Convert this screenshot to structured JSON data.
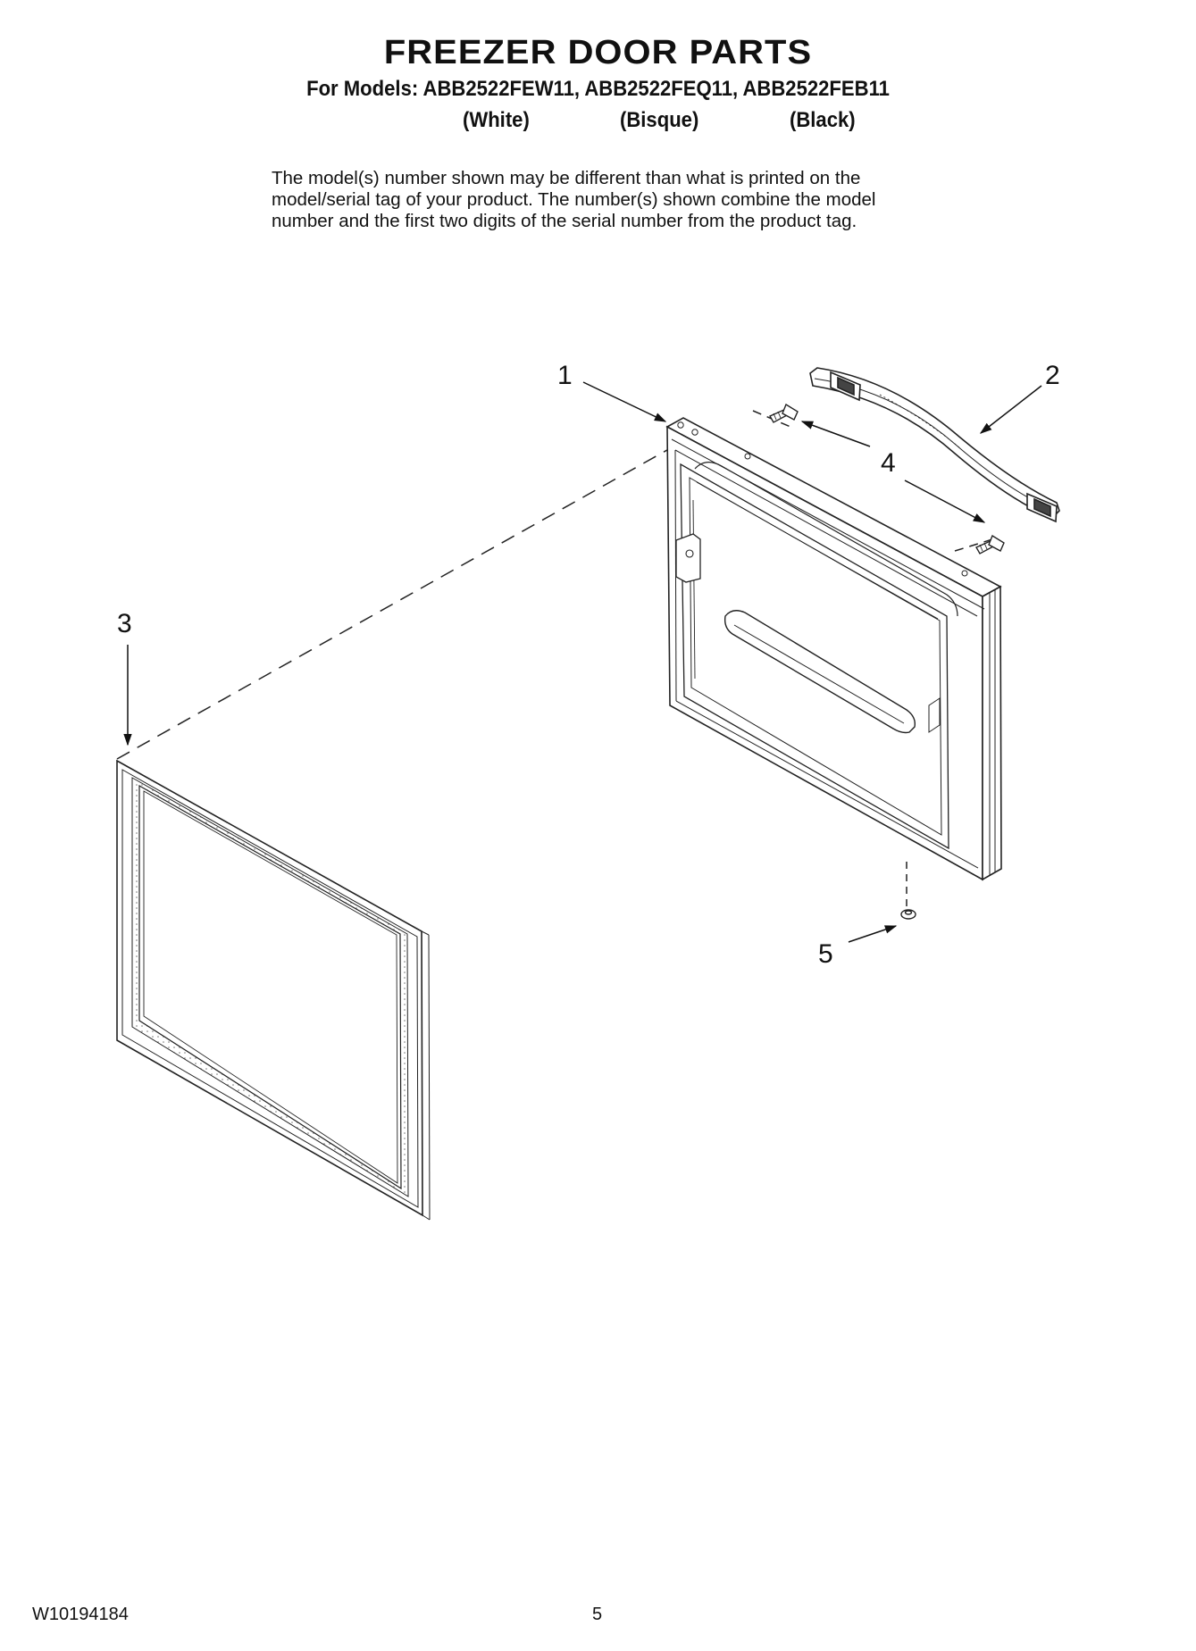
{
  "header": {
    "title": "FREEZER DOOR PARTS",
    "models_line": "For Models: ABB2522FEW11, ABB2522FEQ11, ABB2522FEB11",
    "colors": [
      "(White)",
      "(Bisque)",
      "(Black)"
    ]
  },
  "disclaimer": [
    "The model(s) number shown may be different than what is printed on the",
    "model/serial tag of your product. The number(s) shown combine the model",
    "number and the first two digits of the serial number from the product tag."
  ],
  "callouts": [
    "1",
    "2",
    "3",
    "4",
    "5"
  ],
  "footer": {
    "doc_number": "W10194184",
    "page_number": "5"
  }
}
